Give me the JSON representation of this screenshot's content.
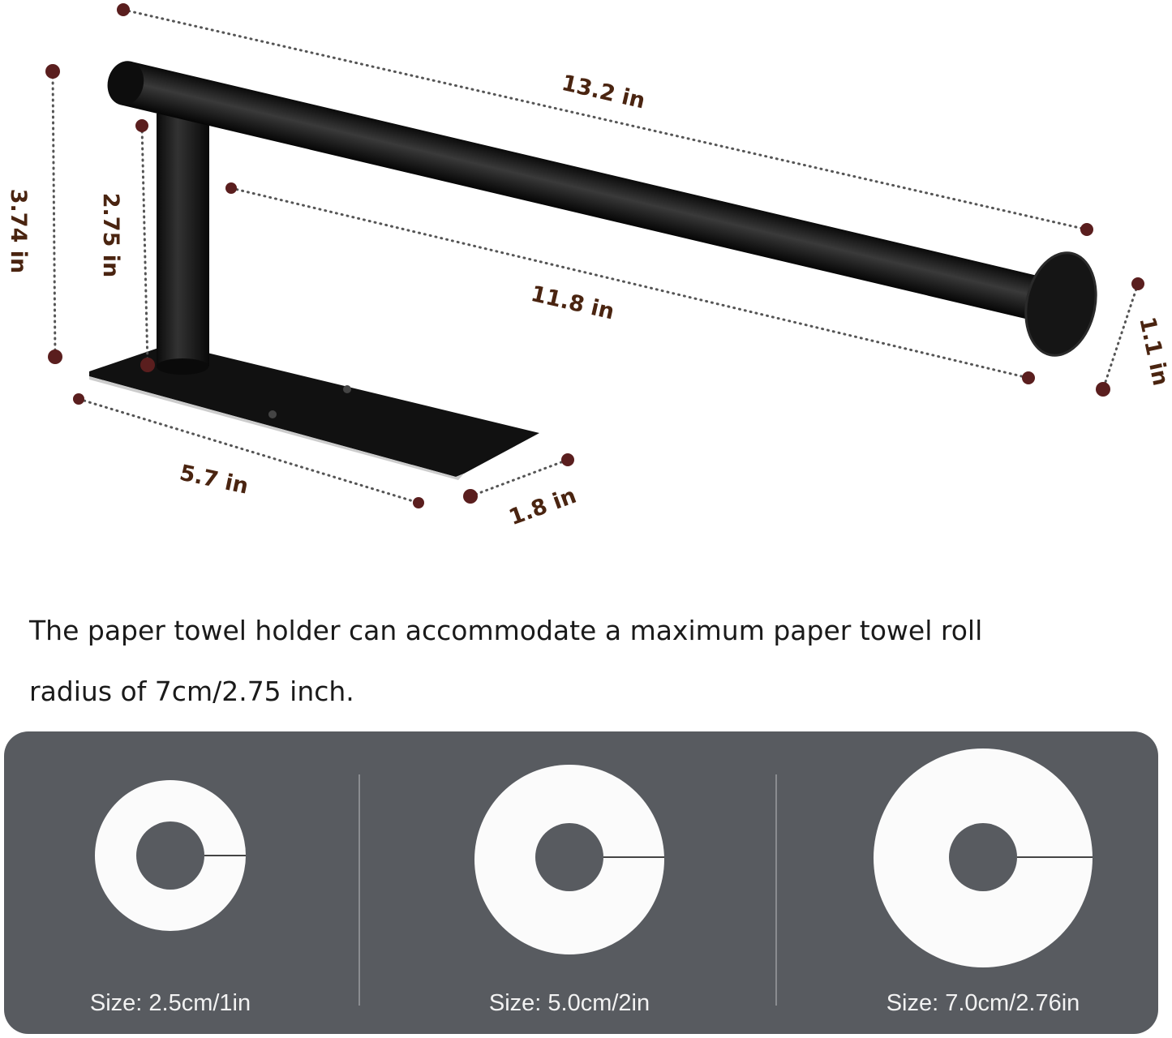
{
  "colors": {
    "dimension_text": "#4a2410",
    "dimension_dot": "#5a1e1e",
    "panel": "#585b60",
    "holder": "#111111"
  },
  "dimensions": {
    "total_length": "13.2 in",
    "usable_length": "11.8 in",
    "total_height": "3.74 in",
    "post_height": "2.75 in",
    "bar_diameter": "1.1 in",
    "base_length": "5.7 in",
    "base_width": "1.8 in"
  },
  "description": {
    "line1": "The paper towel holder can accommodate a maximum paper towel roll",
    "line2": "radius of 7cm/2.75 inch."
  },
  "roll_sizes": [
    {
      "label": "Size: 2.5cm/1in"
    },
    {
      "label": "Size: 5.0cm/2in"
    },
    {
      "label": "Size: 7.0cm/2.76in"
    }
  ]
}
